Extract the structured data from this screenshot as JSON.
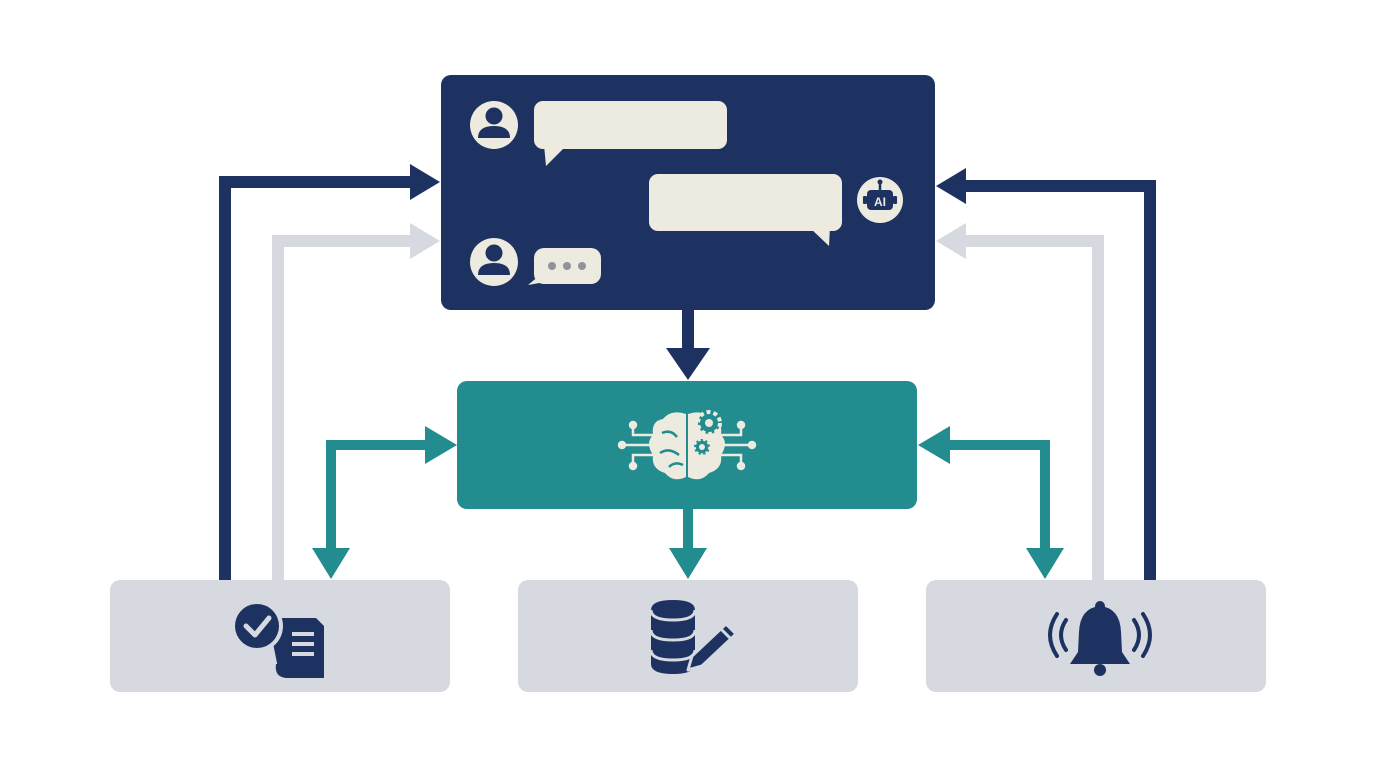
{
  "colors": {
    "navy": "#1d3260",
    "teal": "#228c8f",
    "light_gray": "#d6d9e0",
    "bubble": "#edebe0",
    "background": "#ffffff"
  },
  "chat_panel": {
    "messages": [
      {
        "sender": "user",
        "icon": "user-avatar-icon",
        "bubble": "empty-message"
      },
      {
        "sender": "ai",
        "icon": "ai-robot-icon",
        "bubble": "empty-message",
        "badge_text": "AI"
      },
      {
        "sender": "user",
        "icon": "user-avatar-icon",
        "bubble": "typing-indicator"
      }
    ]
  },
  "processing_panel": {
    "icon": "brain-circuit-gears-icon"
  },
  "outputs": [
    {
      "id": "tasks",
      "icon": "checklist-document-icon"
    },
    {
      "id": "data",
      "icon": "database-edit-icon"
    },
    {
      "id": "alerts",
      "icon": "ringing-bell-icon"
    }
  ],
  "connections": [
    {
      "from": "chat_panel",
      "to": "processing_panel",
      "color": "navy",
      "direction": "down"
    },
    {
      "from": "processing_panel",
      "to": "output-tasks",
      "color": "teal",
      "direction": "bidirectional"
    },
    {
      "from": "processing_panel",
      "to": "output-data",
      "color": "teal",
      "direction": "down"
    },
    {
      "from": "processing_panel",
      "to": "output-alerts",
      "color": "teal",
      "direction": "bidirectional"
    },
    {
      "from": "output-tasks",
      "to": "chat_panel",
      "color": "navy",
      "direction": "up-right"
    },
    {
      "from": "output-tasks",
      "to": "chat_panel",
      "color": "light_gray",
      "direction": "up-right"
    },
    {
      "from": "output-alerts",
      "to": "chat_panel",
      "color": "navy",
      "direction": "up-left"
    },
    {
      "from": "output-alerts",
      "to": "chat_panel",
      "color": "light_gray",
      "direction": "up-left"
    }
  ]
}
